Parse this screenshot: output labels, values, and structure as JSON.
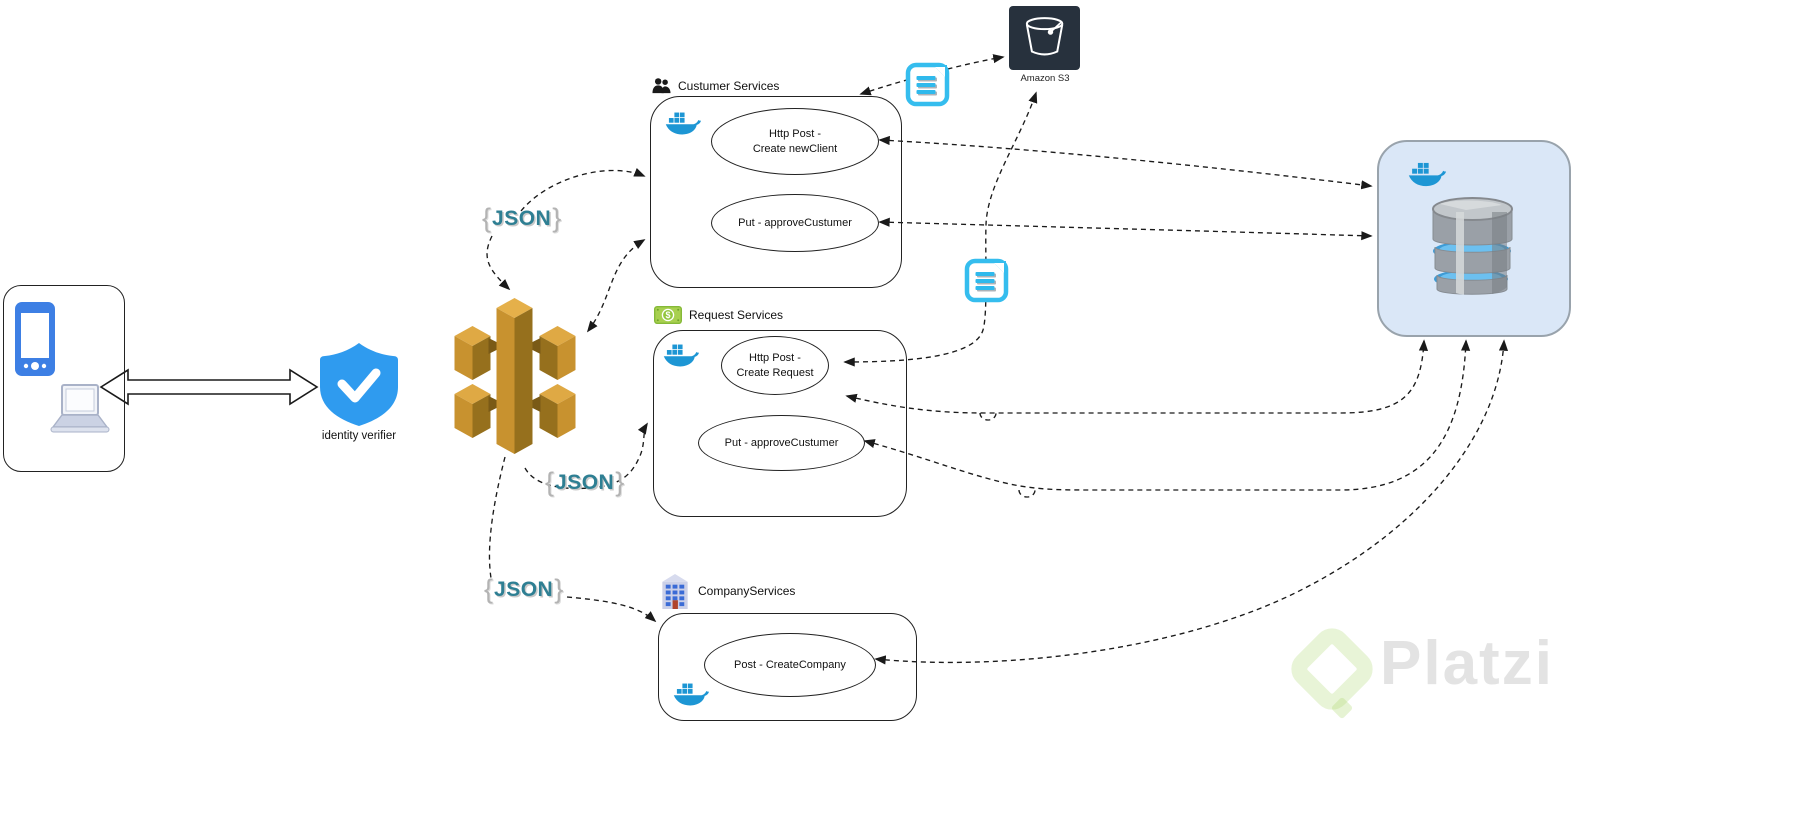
{
  "client": {
    "node": "client-devices"
  },
  "identity": {
    "label": "identity verifier"
  },
  "gateway": {
    "node": "api-gateway"
  },
  "json_label": {
    "open": "{",
    "word": "JSON",
    "close": "}"
  },
  "services": [
    {
      "title": "Custumer Services",
      "icon": "users-icon",
      "endpoints": [
        "Http Post -\nCreate newClient",
        "Put - approveCustumer"
      ]
    },
    {
      "title": "Request Services",
      "icon": "money-bill-icon",
      "endpoints": [
        "Http Post -\nCreate Request",
        "Put - approveCustumer"
      ]
    },
    {
      "title": "CompanyServices",
      "icon": "company-building-icon",
      "endpoints": [
        "Post - CreateCompany"
      ]
    }
  ],
  "s3": {
    "label": "Amazon S3",
    "icon": "s3-bucket-icon"
  },
  "database": {
    "icon": "database-cylinder-icon",
    "container_icon": "docker-icon"
  },
  "money_icon_symbol": "$",
  "watermark": {
    "brand": "Platzi",
    "icon": "platzi-diamond-icon"
  },
  "icons": {
    "client": [
      "smartphone-icon",
      "laptop-icon"
    ],
    "identity": "shield-check-icon",
    "gateway": "aws-api-gateway-icon",
    "containers": "docker-icon",
    "message": "document-icon"
  },
  "colors": {
    "docker_blue": "#1D96D4",
    "shield_blue": "#2F9BEF",
    "gateway_gold": "#C8922F",
    "s3_navy": "#27313D",
    "json_teal": "#2E7F93",
    "brace_gray": "#B3B3B3",
    "db_panel_fill": "#DAE7F7",
    "db_panel_border": "#99A3AC",
    "document_cyan": "#35BDEE",
    "database_blue_band": "#3D9BD6",
    "platzi_green": "#ABD66E",
    "connector_black": "#1A1A1A"
  }
}
